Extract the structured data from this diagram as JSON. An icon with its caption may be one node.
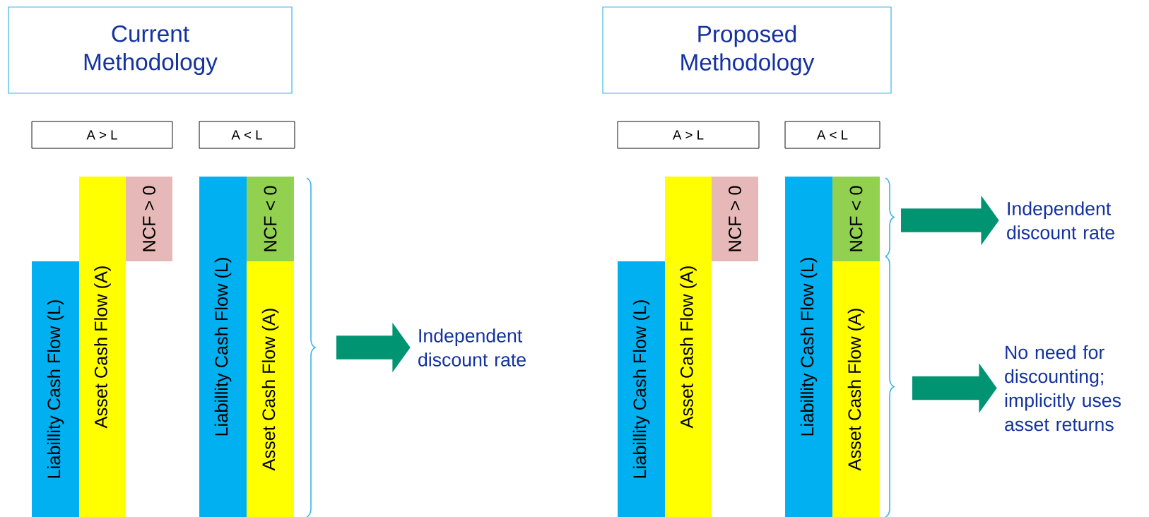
{
  "diagram": {
    "nodes": [
      {
        "text": [
          "Current Methodology"
        ]
      },
      {
        "text": [
          "A > L"
        ]
      },
      {
        "text": [
          "A < L"
        ]
      },
      {
        "text": [
          "Liabillity Cash Flow (L)"
        ]
      },
      {
        "text": [
          "Asset Cash Flow (A)"
        ]
      },
      {
        "text": [
          "NCF > 0"
        ]
      },
      {
        "text": [
          "Liabillity Cash Flow (L)"
        ]
      },
      {
        "text": [
          "NCF < 0"
        ]
      },
      {
        "text": [
          "Asset Cash Flow (A)"
        ]
      },
      {
        "text": [
          "Independent discount rate"
        ]
      },
      {
        "text": [
          "Proposed Methodology"
        ]
      },
      {
        "text": [
          "A > L"
        ]
      },
      {
        "text": [
          "A < L"
        ]
      },
      {
        "text": [
          "Liabillity Cash Flow (L)"
        ]
      },
      {
        "text": [
          "Asset Cash Flow (A)"
        ]
      },
      {
        "text": [
          "NCF > 0"
        ]
      },
      {
        "text": [
          "Liabillity Cash Flow (L)"
        ]
      },
      {
        "text": [
          "NCF < 0"
        ]
      },
      {
        "text": [
          "Asset Cash Flow (A)"
        ]
      },
      {
        "text": [
          "Independent discount rate"
        ]
      },
      {
        "text": [
          "No need for discounting; implicitly uses asset returns"
        ]
      }
    ],
    "edges": [
      {
        "from": null,
        "to": 9,
        "arrow": "to"
      },
      {
        "from": null,
        "to": 19,
        "arrow": "to"
      },
      {
        "from": null,
        "to": 20,
        "arrow": "to"
      }
    ]
  }
}
